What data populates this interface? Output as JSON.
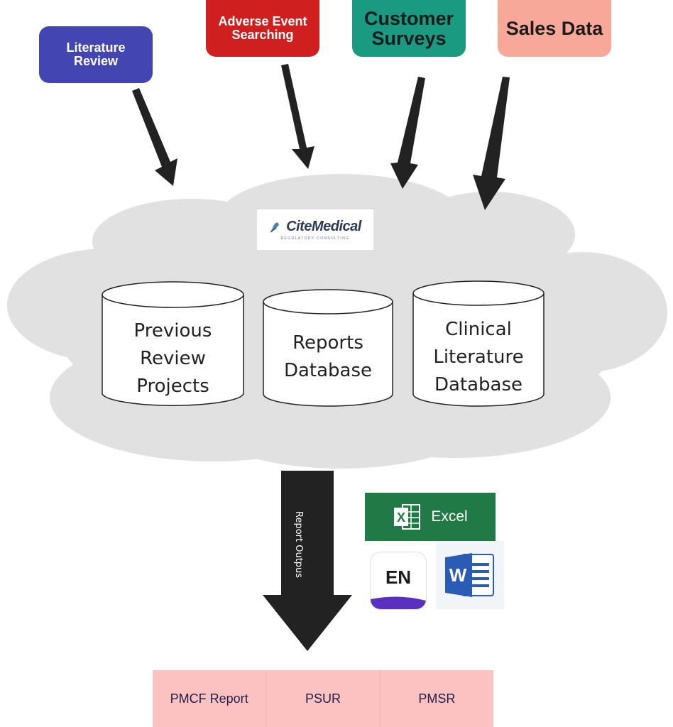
{
  "sources": [
    {
      "id": "literature_review",
      "label": "Literature Review",
      "color": "#4346b2"
    },
    {
      "id": "adverse_event_searching",
      "label": "Adverse Event Searching",
      "color": "#d01f1f"
    },
    {
      "id": "customer_surveys",
      "label": "Customer Surveys",
      "color": "#1a9a80"
    },
    {
      "id": "sales_data",
      "label": "Sales Data",
      "color": "#f7a898"
    }
  ],
  "logo": {
    "name": "CiteMedical",
    "tagline": "REGULATORY CONSULTING"
  },
  "databases": [
    {
      "label": "Previous Review Projects"
    },
    {
      "label": "Reports Database"
    },
    {
      "label": "Clinical Literature Database"
    }
  ],
  "flow_arrow": {
    "label": "Report Outpus"
  },
  "tools": {
    "excel_label": "Excel",
    "endnote_label": "EN",
    "excel_icon": "excel-icon",
    "word_icon": "word-icon",
    "endnote_icon": "endnote-icon"
  },
  "outputs": [
    {
      "label": "PMCF Report"
    },
    {
      "label": "PSUR"
    },
    {
      "label": "PMSR"
    }
  ],
  "colors": {
    "cloud": "#e1e1e1",
    "arrow": "#222222",
    "output_cell": "#fcc2c2",
    "excel_green": "#1f7a45",
    "word_blue": "#2b5cb5"
  }
}
